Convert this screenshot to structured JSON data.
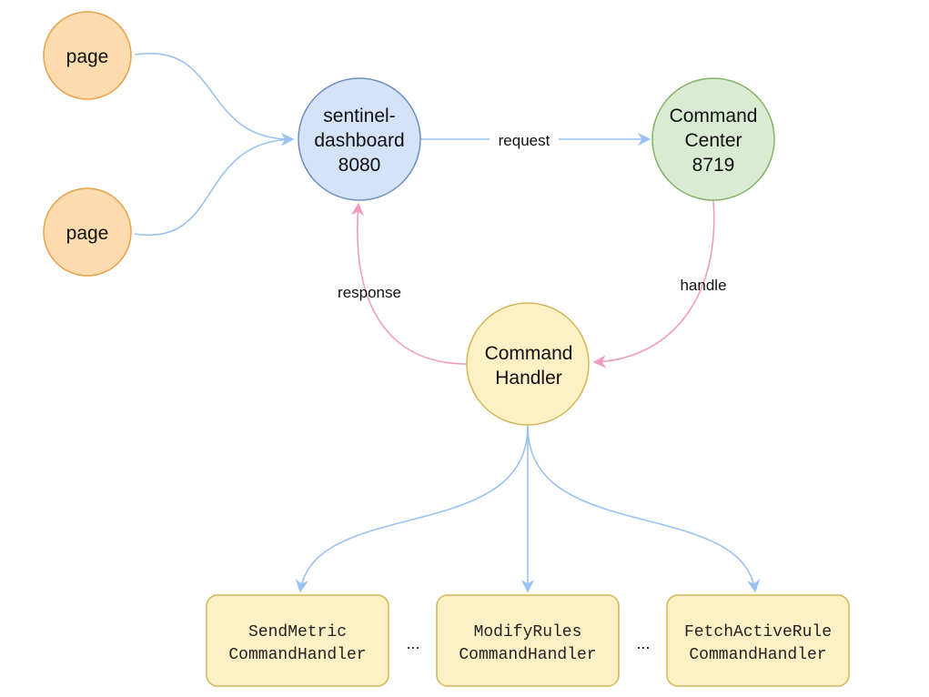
{
  "nodes": {
    "page_top": {
      "label": "page"
    },
    "page_bottom": {
      "label": "page"
    },
    "dashboard": {
      "line1": "sentinel-",
      "line2": "dashboard",
      "line3": "8080"
    },
    "command_center": {
      "line1": "Command",
      "line2": "Center",
      "line3": "8719"
    },
    "command_handler": {
      "line1": "Command",
      "line2": "Handler"
    },
    "send_metric": {
      "line1": "SendMetric",
      "line2": "CommandHandler"
    },
    "modify_rules": {
      "line1": "ModifyRules",
      "line2": "CommandHandler"
    },
    "fetch_active_rule": {
      "line1": "FetchActiveRule",
      "line2": "CommandHandler"
    }
  },
  "edges": {
    "request": "request",
    "response": "response",
    "handle": "handle"
  },
  "ellipses": [
    "...",
    "..."
  ],
  "colors": {
    "page_fill": "#FCDCAE",
    "page_stroke": "#E8A24C",
    "dashboard_fill": "#D5E3F9",
    "dashboard_stroke": "#6C8EBF",
    "center_fill": "#D9EBD2",
    "center_stroke": "#82B366",
    "handler_fill": "#FEF0C5",
    "handler_stroke": "#D6B656",
    "edge_blue": "#99C2F2",
    "edge_pink": "#F09CC0"
  }
}
